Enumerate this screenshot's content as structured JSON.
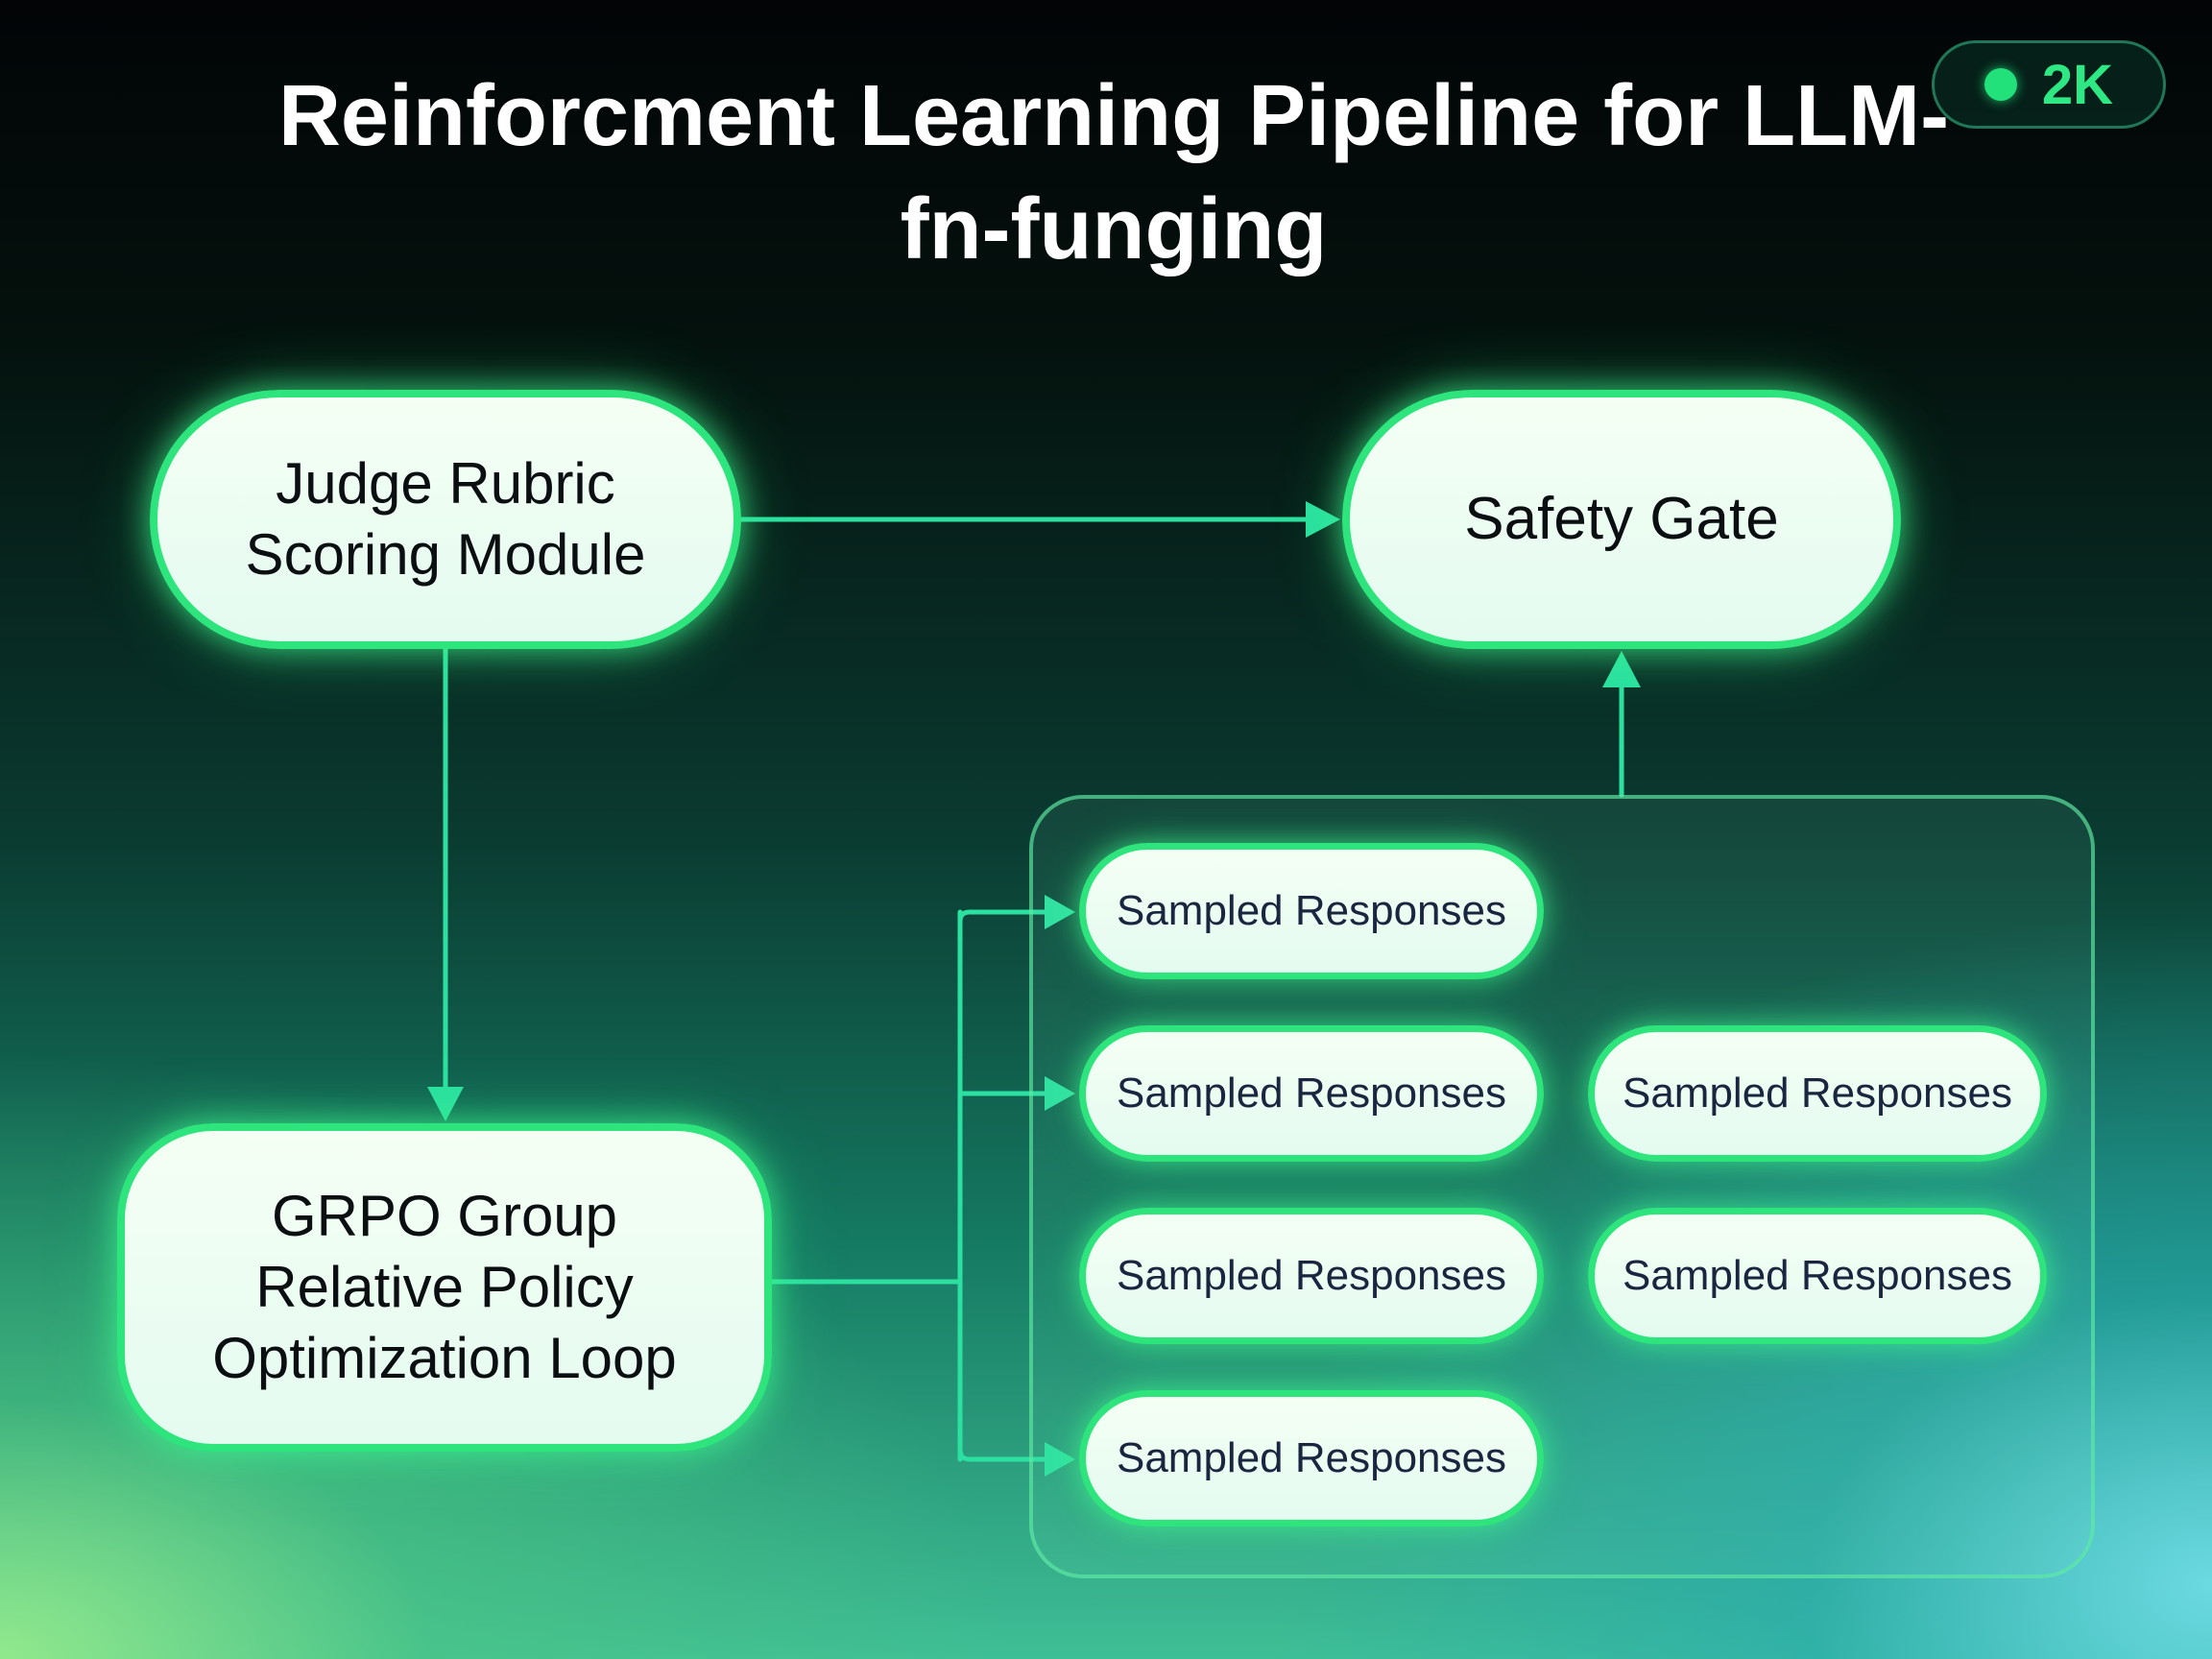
{
  "title": "Reinforcment Learning Pipeline for LLM-fn-funging",
  "badge": {
    "label": "2K",
    "dot_color": "#22e07a"
  },
  "colors": {
    "node_border": "#2ee47c",
    "edge": "#2be0a0",
    "node_fill": "#eefcf3"
  },
  "nodes": {
    "judge": "Judge Rubric Scoring Module",
    "safety": "Safety Gate",
    "grpo": "GRPO Group Relative Policy Optimization Loop",
    "responses": [
      "Sampled Responses",
      "Sampled Responses",
      "Sampled Responses",
      "Sampled Responses",
      "Sampled Responses",
      "Sampled Responses"
    ]
  },
  "edges": [
    {
      "from": "judge",
      "to": "safety"
    },
    {
      "from": "judge",
      "to": "grpo"
    },
    {
      "from": "grpo",
      "to": "responses.0"
    },
    {
      "from": "grpo",
      "to": "responses.1"
    },
    {
      "from": "grpo",
      "to": "responses.5"
    },
    {
      "from": "responses",
      "to": "safety"
    }
  ]
}
